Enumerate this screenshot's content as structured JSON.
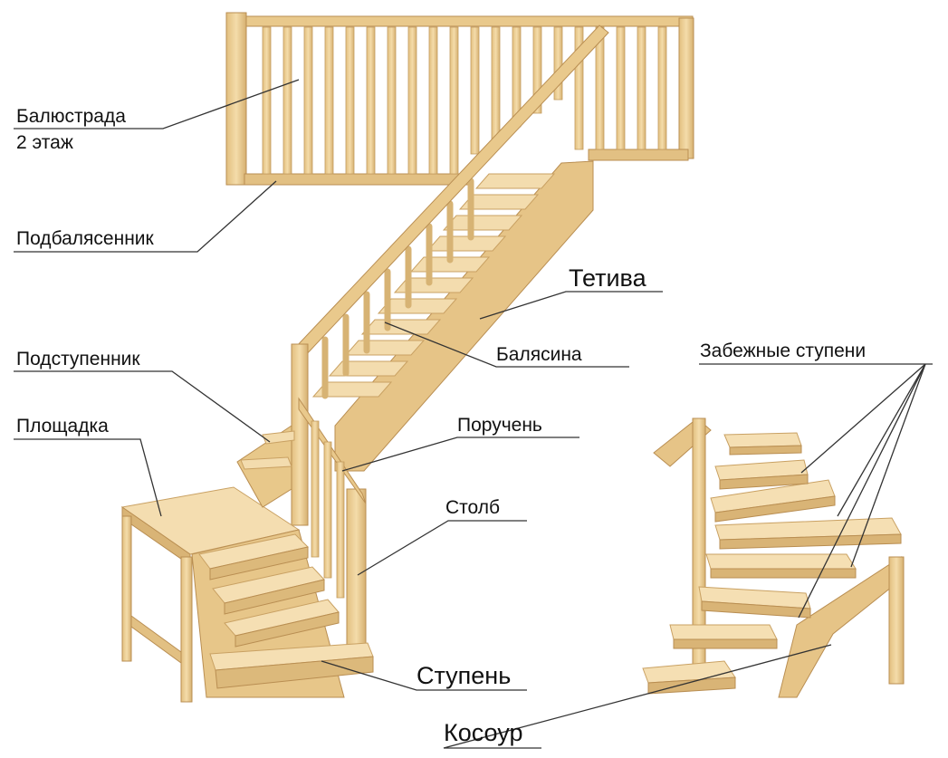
{
  "labels": {
    "balustrade": "Балюстрада",
    "balustrade_floor": "2 этаж",
    "sub_baluster": "Подбалясенник",
    "stringer": "Тетива",
    "baluster": "Балясина",
    "riser": "Подступенник",
    "landing": "Площадка",
    "handrail": "Поручень",
    "post": "Столб",
    "step": "Ступень",
    "winder_steps": "Забежные ступени",
    "kosour": "Косоур"
  },
  "colors": {
    "wood_light": "#f3dcac",
    "wood_mid": "#e8c88a",
    "wood_dark": "#c9a163",
    "leader": "#333333"
  }
}
